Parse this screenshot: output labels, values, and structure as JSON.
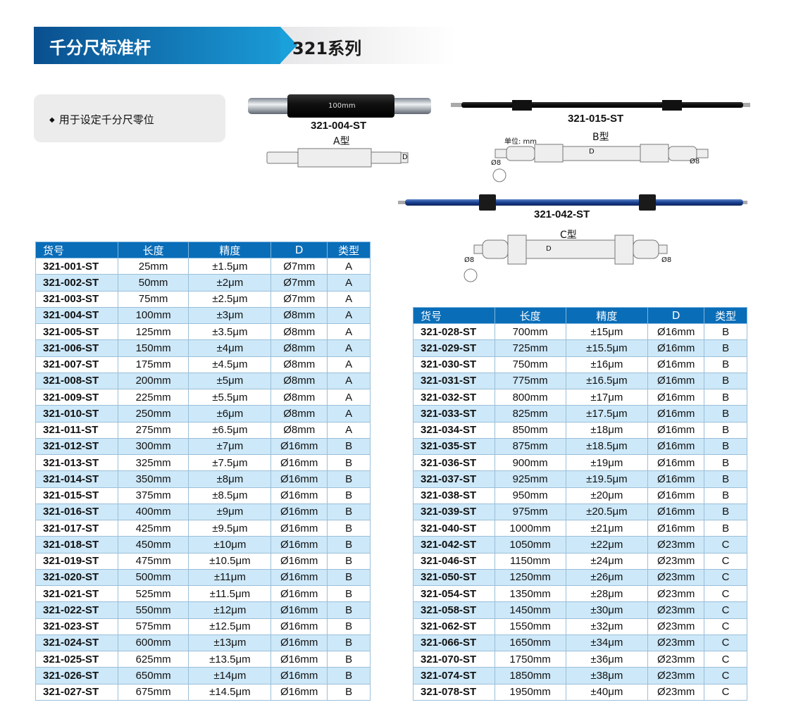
{
  "header": {
    "title": "千分尺标准杆",
    "series": "321系列"
  },
  "note": {
    "bullet": "◆",
    "text": "用于设定千分尺零位"
  },
  "figures": {
    "a_photo_label": "321-004-ST",
    "a_rod_marking": "100mm",
    "a_type": "A型",
    "b_photo_label": "321-015-ST",
    "b_type": "B型",
    "b_unit": "单位: mm",
    "c_photo_label": "321-042-ST",
    "c_type": "C型",
    "dim_d": "D",
    "dim_phi8": "Ø8"
  },
  "columns": [
    "货号",
    "长度",
    "精度",
    "D",
    "类型"
  ],
  "table_left": [
    [
      "321-001-ST",
      "25mm",
      "±1.5μm",
      "Ø7mm",
      "A"
    ],
    [
      "321-002-ST",
      "50mm",
      "±2μm",
      "Ø7mm",
      "A"
    ],
    [
      "321-003-ST",
      "75mm",
      "±2.5μm",
      "Ø7mm",
      "A"
    ],
    [
      "321-004-ST",
      "100mm",
      "±3μm",
      "Ø8mm",
      "A"
    ],
    [
      "321-005-ST",
      "125mm",
      "±3.5μm",
      "Ø8mm",
      "A"
    ],
    [
      "321-006-ST",
      "150mm",
      "±4μm",
      "Ø8mm",
      "A"
    ],
    [
      "321-007-ST",
      "175mm",
      "±4.5μm",
      "Ø8mm",
      "A"
    ],
    [
      "321-008-ST",
      "200mm",
      "±5μm",
      "Ø8mm",
      "A"
    ],
    [
      "321-009-ST",
      "225mm",
      "±5.5μm",
      "Ø8mm",
      "A"
    ],
    [
      "321-010-ST",
      "250mm",
      "±6μm",
      "Ø8mm",
      "A"
    ],
    [
      "321-011-ST",
      "275mm",
      "±6.5μm",
      "Ø8mm",
      "A"
    ],
    [
      "321-012-ST",
      "300mm",
      "±7μm",
      "Ø16mm",
      "B"
    ],
    [
      "321-013-ST",
      "325mm",
      "±7.5μm",
      "Ø16mm",
      "B"
    ],
    [
      "321-014-ST",
      "350mm",
      "±8μm",
      "Ø16mm",
      "B"
    ],
    [
      "321-015-ST",
      "375mm",
      "±8.5μm",
      "Ø16mm",
      "B"
    ],
    [
      "321-016-ST",
      "400mm",
      "±9μm",
      "Ø16mm",
      "B"
    ],
    [
      "321-017-ST",
      "425mm",
      "±9.5μm",
      "Ø16mm",
      "B"
    ],
    [
      "321-018-ST",
      "450mm",
      "±10μm",
      "Ø16mm",
      "B"
    ],
    [
      "321-019-ST",
      "475mm",
      "±10.5μm",
      "Ø16mm",
      "B"
    ],
    [
      "321-020-ST",
      "500mm",
      "±11μm",
      "Ø16mm",
      "B"
    ],
    [
      "321-021-ST",
      "525mm",
      "±11.5μm",
      "Ø16mm",
      "B"
    ],
    [
      "321-022-ST",
      "550mm",
      "±12μm",
      "Ø16mm",
      "B"
    ],
    [
      "321-023-ST",
      "575mm",
      "±12.5μm",
      "Ø16mm",
      "B"
    ],
    [
      "321-024-ST",
      "600mm",
      "±13μm",
      "Ø16mm",
      "B"
    ],
    [
      "321-025-ST",
      "625mm",
      "±13.5μm",
      "Ø16mm",
      "B"
    ],
    [
      "321-026-ST",
      "650mm",
      "±14μm",
      "Ø16mm",
      "B"
    ],
    [
      "321-027-ST",
      "675mm",
      "±14.5μm",
      "Ø16mm",
      "B"
    ]
  ],
  "table_right": [
    [
      "321-028-ST",
      "700mm",
      "±15μm",
      "Ø16mm",
      "B"
    ],
    [
      "321-029-ST",
      "725mm",
      "±15.5μm",
      "Ø16mm",
      "B"
    ],
    [
      "321-030-ST",
      "750mm",
      "±16μm",
      "Ø16mm",
      "B"
    ],
    [
      "321-031-ST",
      "775mm",
      "±16.5μm",
      "Ø16mm",
      "B"
    ],
    [
      "321-032-ST",
      "800mm",
      "±17μm",
      "Ø16mm",
      "B"
    ],
    [
      "321-033-ST",
      "825mm",
      "±17.5μm",
      "Ø16mm",
      "B"
    ],
    [
      "321-034-ST",
      "850mm",
      "±18μm",
      "Ø16mm",
      "B"
    ],
    [
      "321-035-ST",
      "875mm",
      "±18.5μm",
      "Ø16mm",
      "B"
    ],
    [
      "321-036-ST",
      "900mm",
      "±19μm",
      "Ø16mm",
      "B"
    ],
    [
      "321-037-ST",
      "925mm",
      "±19.5μm",
      "Ø16mm",
      "B"
    ],
    [
      "321-038-ST",
      "950mm",
      "±20μm",
      "Ø16mm",
      "B"
    ],
    [
      "321-039-ST",
      "975mm",
      "±20.5μm",
      "Ø16mm",
      "B"
    ],
    [
      "321-040-ST",
      "1000mm",
      "±21μm",
      "Ø16mm",
      "B"
    ],
    [
      "321-042-ST",
      "1050mm",
      "±22μm",
      "Ø23mm",
      "C"
    ],
    [
      "321-046-ST",
      "1150mm",
      "±24μm",
      "Ø23mm",
      "C"
    ],
    [
      "321-050-ST",
      "1250mm",
      "±26μm",
      "Ø23mm",
      "C"
    ],
    [
      "321-054-ST",
      "1350mm",
      "±28μm",
      "Ø23mm",
      "C"
    ],
    [
      "321-058-ST",
      "1450mm",
      "±30μm",
      "Ø23mm",
      "C"
    ],
    [
      "321-062-ST",
      "1550mm",
      "±32μm",
      "Ø23mm",
      "C"
    ],
    [
      "321-066-ST",
      "1650mm",
      "±34μm",
      "Ø23mm",
      "C"
    ],
    [
      "321-070-ST",
      "1750mm",
      "±36μm",
      "Ø23mm",
      "C"
    ],
    [
      "321-074-ST",
      "1850mm",
      "±38μm",
      "Ø23mm",
      "C"
    ],
    [
      "321-078-ST",
      "1950mm",
      "±40μm",
      "Ø23mm",
      "C"
    ]
  ],
  "colors": {
    "header_blue": "#0a6db8",
    "row_alt": "#cde8f8"
  }
}
